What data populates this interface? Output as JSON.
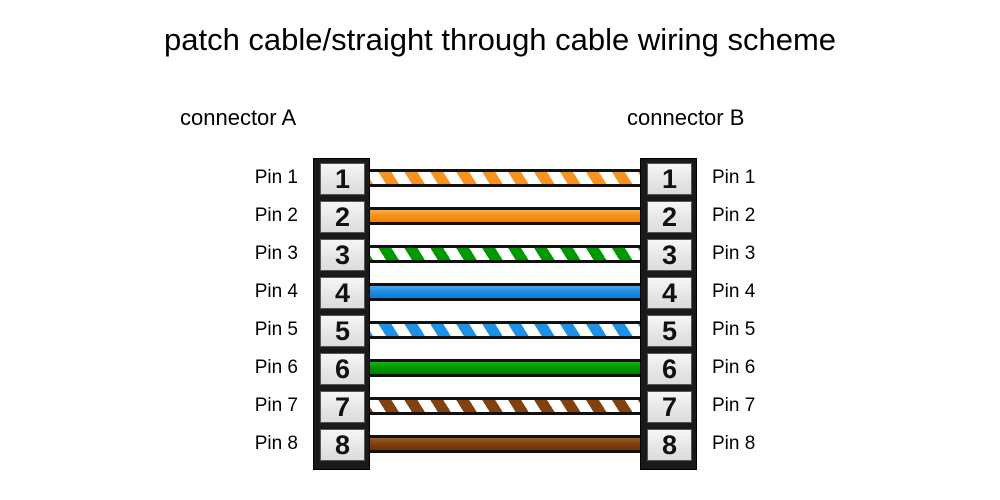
{
  "title": "patch cable/straight through cable wiring scheme",
  "connector_a": {
    "heading": "connector A",
    "pins": [
      {
        "number": "1",
        "label": "Pin 1"
      },
      {
        "number": "2",
        "label": "Pin 2"
      },
      {
        "number": "3",
        "label": "Pin 3"
      },
      {
        "number": "4",
        "label": "Pin 4"
      },
      {
        "number": "5",
        "label": "Pin 5"
      },
      {
        "number": "6",
        "label": "Pin 6"
      },
      {
        "number": "7",
        "label": "Pin 7"
      },
      {
        "number": "8",
        "label": "Pin 8"
      }
    ]
  },
  "connector_b": {
    "heading": "connector B",
    "pins": [
      {
        "number": "1",
        "label": "Pin 1"
      },
      {
        "number": "2",
        "label": "Pin 2"
      },
      {
        "number": "3",
        "label": "Pin 3"
      },
      {
        "number": "4",
        "label": "Pin 4"
      },
      {
        "number": "5",
        "label": "Pin 5"
      },
      {
        "number": "6",
        "label": "Pin 6"
      },
      {
        "number": "7",
        "label": "Pin 7"
      },
      {
        "number": "8",
        "label": "Pin 8"
      }
    ]
  },
  "wires": [
    {
      "pin": "1",
      "name": "white-orange",
      "pattern": "striped",
      "color": "#f7931e",
      "stripe_color": "#ffffff"
    },
    {
      "pin": "2",
      "name": "orange",
      "pattern": "solid",
      "color": "#f7931e",
      "stripe_color": ""
    },
    {
      "pin": "3",
      "name": "white-green",
      "pattern": "striped",
      "color": "#009a00",
      "stripe_color": "#ffffff"
    },
    {
      "pin": "4",
      "name": "blue",
      "pattern": "solid",
      "color": "#1e90e6",
      "stripe_color": ""
    },
    {
      "pin": "5",
      "name": "white-blue",
      "pattern": "striped",
      "color": "#1e90e6",
      "stripe_color": "#ffffff"
    },
    {
      "pin": "6",
      "name": "green",
      "pattern": "solid",
      "color": "#009a00",
      "stripe_color": ""
    },
    {
      "pin": "7",
      "name": "white-brown",
      "pattern": "striped",
      "color": "#81420f",
      "stripe_color": "#ffffff"
    },
    {
      "pin": "8",
      "name": "brown",
      "pattern": "solid",
      "color": "#81420f",
      "stripe_color": ""
    }
  ],
  "colors": {
    "background": "#ffffff",
    "text": "#000000",
    "connector_body": "#1a1a1a",
    "pin_face": "#e9e9e9",
    "wire_outline": "#111111"
  }
}
